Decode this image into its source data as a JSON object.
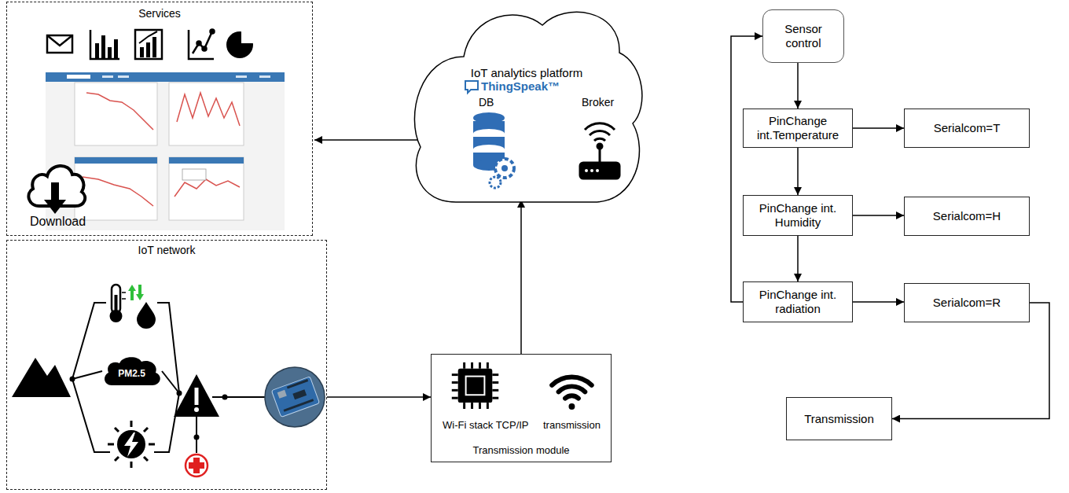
{
  "diagram": {
    "nodes": [
      {
        "text": [
          "Services"
        ]
      },
      {
        "text": [
          "IoT analytics platform",
          "ThingSpeak™",
          "DB",
          "Broker"
        ]
      },
      {
        "text": [
          "IoT network"
        ]
      },
      {
        "text": [
          "PM2.5"
        ],
        "in": 2
      },
      {
        "text": [
          "Wi-Fi stack TCP/IP",
          "transmission",
          "Transmission module"
        ]
      },
      {
        "text": [
          "Sensor control"
        ]
      },
      {
        "text": [
          "PinChange int.Temperature"
        ]
      },
      {
        "text": [
          "Serialcom=T"
        ]
      },
      {
        "text": [
          "PinChange int. Humidity"
        ]
      },
      {
        "text": [
          "Serialcom=H"
        ]
      },
      {
        "text": [
          "PinChange int. radiation"
        ]
      },
      {
        "text": [
          "Serialcom=R"
        ]
      },
      {
        "text": [
          "Transmission"
        ]
      }
    ],
    "edges": [
      {
        "from": 2,
        "to": 4,
        "arrow": "to"
      },
      {
        "from": 4,
        "to": 1,
        "arrow": "to"
      },
      {
        "from": 1,
        "to": 0,
        "arrow": "to"
      },
      {
        "from": 5,
        "to": 6,
        "arrow": "to"
      },
      {
        "from": 6,
        "to": 8,
        "arrow": "to"
      },
      {
        "from": 8,
        "to": 10,
        "arrow": "to"
      },
      {
        "from": 10,
        "to": 5,
        "arrow": "to"
      },
      {
        "from": 6,
        "to": 7,
        "arrow": "to"
      },
      {
        "from": 8,
        "to": 9,
        "arrow": "to"
      },
      {
        "from": 10,
        "to": 11,
        "arrow": "to"
      },
      {
        "from": 11,
        "to": 12,
        "arrow": "to"
      }
    ],
    "labels": [
      "Download"
    ]
  }
}
